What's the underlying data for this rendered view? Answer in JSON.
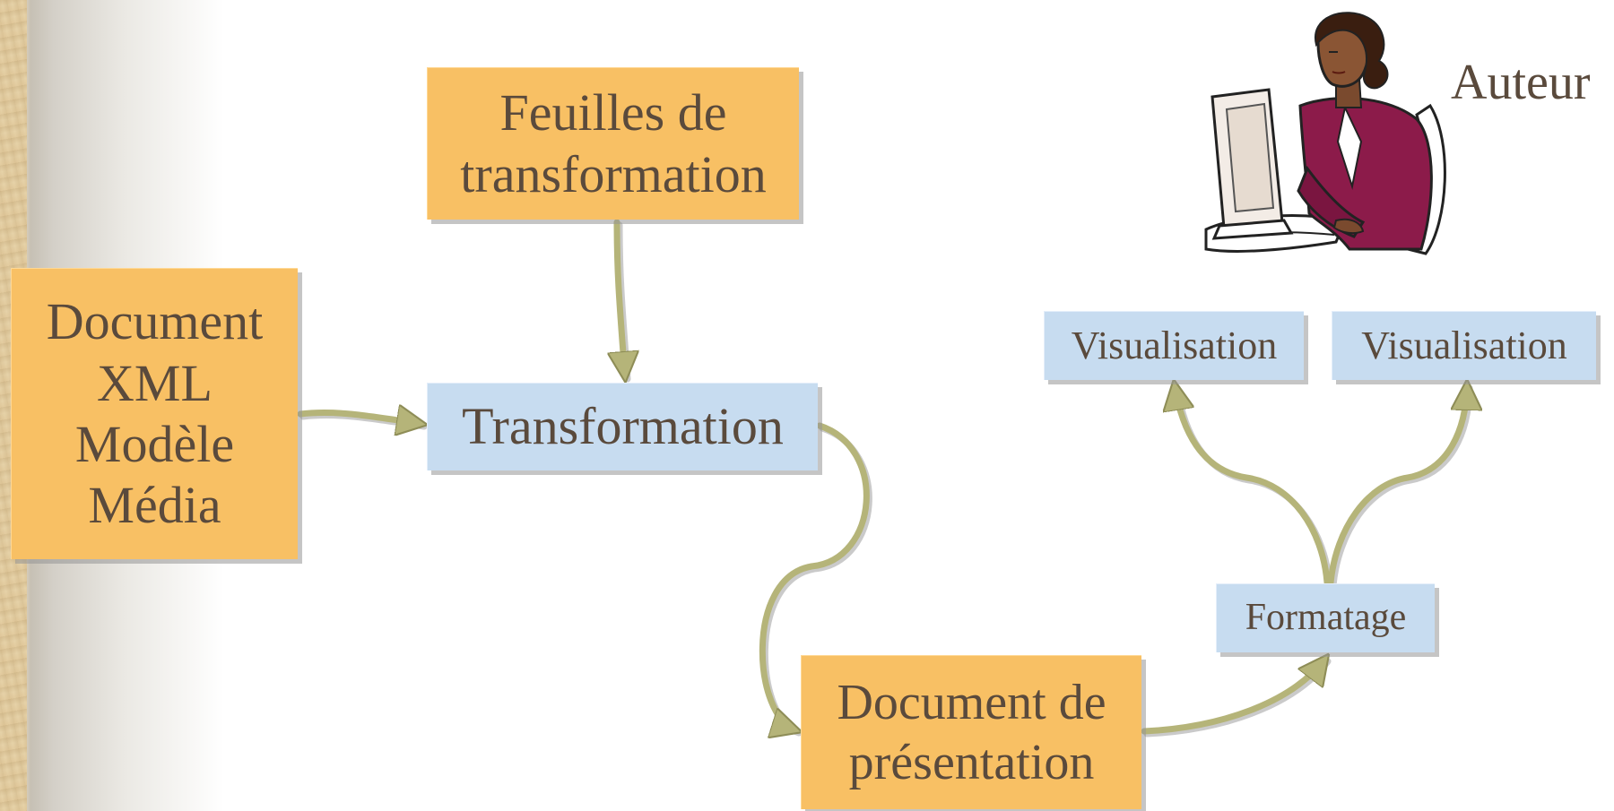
{
  "diagram": {
    "boxes": {
      "feuilles": "Feuilles de\ntransformation",
      "document": "Document\nXML\nModèle\nMédia",
      "transformation": "Transformation",
      "document_presentation": "Document de\nprésentation",
      "formatage": "Formatage",
      "visualisation_1": "Visualisation",
      "visualisation_2": "Visualisation"
    },
    "author_label": "Auteur",
    "author_icon": "person-at-computer-icon",
    "colors": {
      "orange_box": "#f8c064",
      "blue_box": "#c7dcf0",
      "connector": "#b5b479",
      "text": "#5a4a3c"
    }
  }
}
